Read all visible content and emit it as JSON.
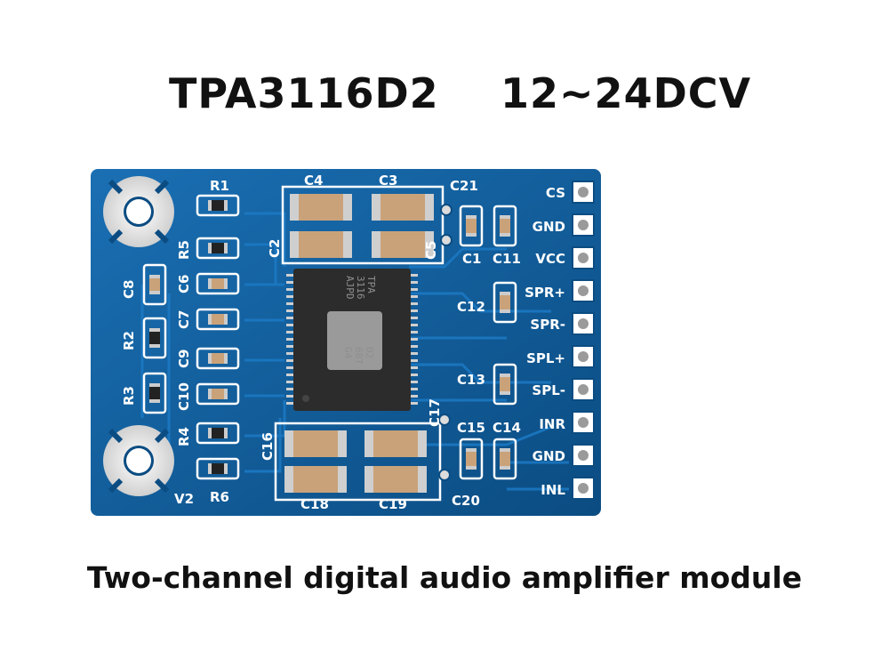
{
  "title": {
    "model": "TPA3116D2",
    "voltage": "12~24DCV"
  },
  "caption": "Two-channel digital audio amplifier module",
  "chip": {
    "lines": [
      "TPA",
      "3116",
      "AJPD",
      "D2",
      "68T",
      "G4"
    ]
  },
  "pins": [
    "CS",
    "GND",
    "VCC",
    "SPR+",
    "SPR-",
    "SPL+",
    "SPL-",
    "INR",
    "GND",
    "INL"
  ],
  "silkscreen": {
    "r1": "R1",
    "r2": "R2",
    "r3": "R3",
    "r4": "R4",
    "r5": "R5",
    "r6": "R6",
    "c1": "C1",
    "c2": "C2",
    "c3": "C3",
    "c4": "C4",
    "c5": "C5",
    "c6": "C6",
    "c7": "C7",
    "c8": "C8",
    "c9": "C9",
    "c10": "C10",
    "c11": "C11",
    "c12": "C12",
    "c13": "C13",
    "c14": "C14",
    "c15": "C15",
    "c16": "C16",
    "c17": "C17",
    "c18": "C18",
    "c19": "C19",
    "c20": "C20",
    "c21": "C21",
    "v2": "V2"
  },
  "colors": {
    "pcb": "#0f5f9e",
    "pcb_dark": "#0b4c82",
    "silk": "#ffffff",
    "chip": "#2c2c2c",
    "capacitor": "#c9a27a",
    "pad": "#c8c8c8"
  }
}
